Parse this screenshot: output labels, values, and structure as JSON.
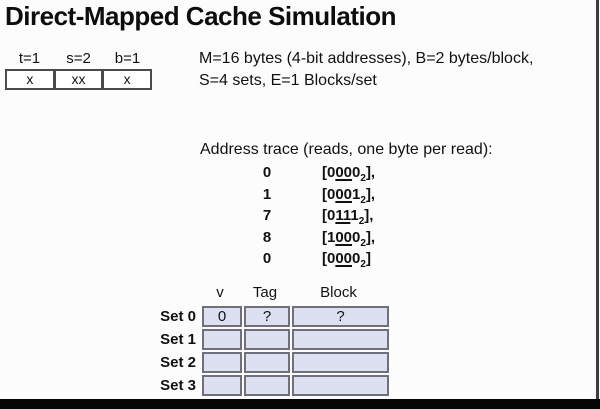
{
  "title": "Direct-Mapped Cache Simulation",
  "bitfield": {
    "headers": [
      "t=1",
      "s=2",
      "b=1"
    ],
    "cells": [
      "x",
      "xx",
      "x"
    ]
  },
  "params": {
    "line1": "M=16 bytes (4-bit addresses), B=2 bytes/block,",
    "line2": "S=4 sets, E=1 Blocks/set"
  },
  "trace": {
    "heading": "Address trace (reads, one byte per read):",
    "rows": [
      {
        "addr": "0",
        "pre": "[0",
        "set": "00",
        "post": "0",
        "sub": "2",
        "close": "],"
      },
      {
        "addr": "1",
        "pre": "[0",
        "set": "00",
        "post": "1",
        "sub": "2",
        "close": "],"
      },
      {
        "addr": "7",
        "pre": "[0",
        "set": "11",
        "post": "1",
        "sub": "2",
        "close": "],"
      },
      {
        "addr": "8",
        "pre": "[1",
        "set": "00",
        "post": "0",
        "sub": "2",
        "close": "],"
      },
      {
        "addr": "0",
        "pre": "[0",
        "set": "00",
        "post": "0",
        "sub": "2",
        "close": "]"
      }
    ]
  },
  "cache_table": {
    "col_headers": {
      "v": "v",
      "tag": "Tag",
      "block": "Block"
    },
    "rows": [
      {
        "label": "Set 0",
        "v": "0",
        "tag": "?",
        "block": "?"
      },
      {
        "label": "Set 1",
        "v": "",
        "tag": "",
        "block": ""
      },
      {
        "label": "Set 2",
        "v": "",
        "tag": "",
        "block": ""
      },
      {
        "label": "Set 3",
        "v": "",
        "tag": "",
        "block": ""
      }
    ]
  },
  "colors": {
    "cache_cell_fill": "#dde0f1",
    "cache_cell_border": "#70707c",
    "text": "#111111",
    "frame_edge": "#3d3d3d",
    "bottom_bar": "#060606"
  }
}
